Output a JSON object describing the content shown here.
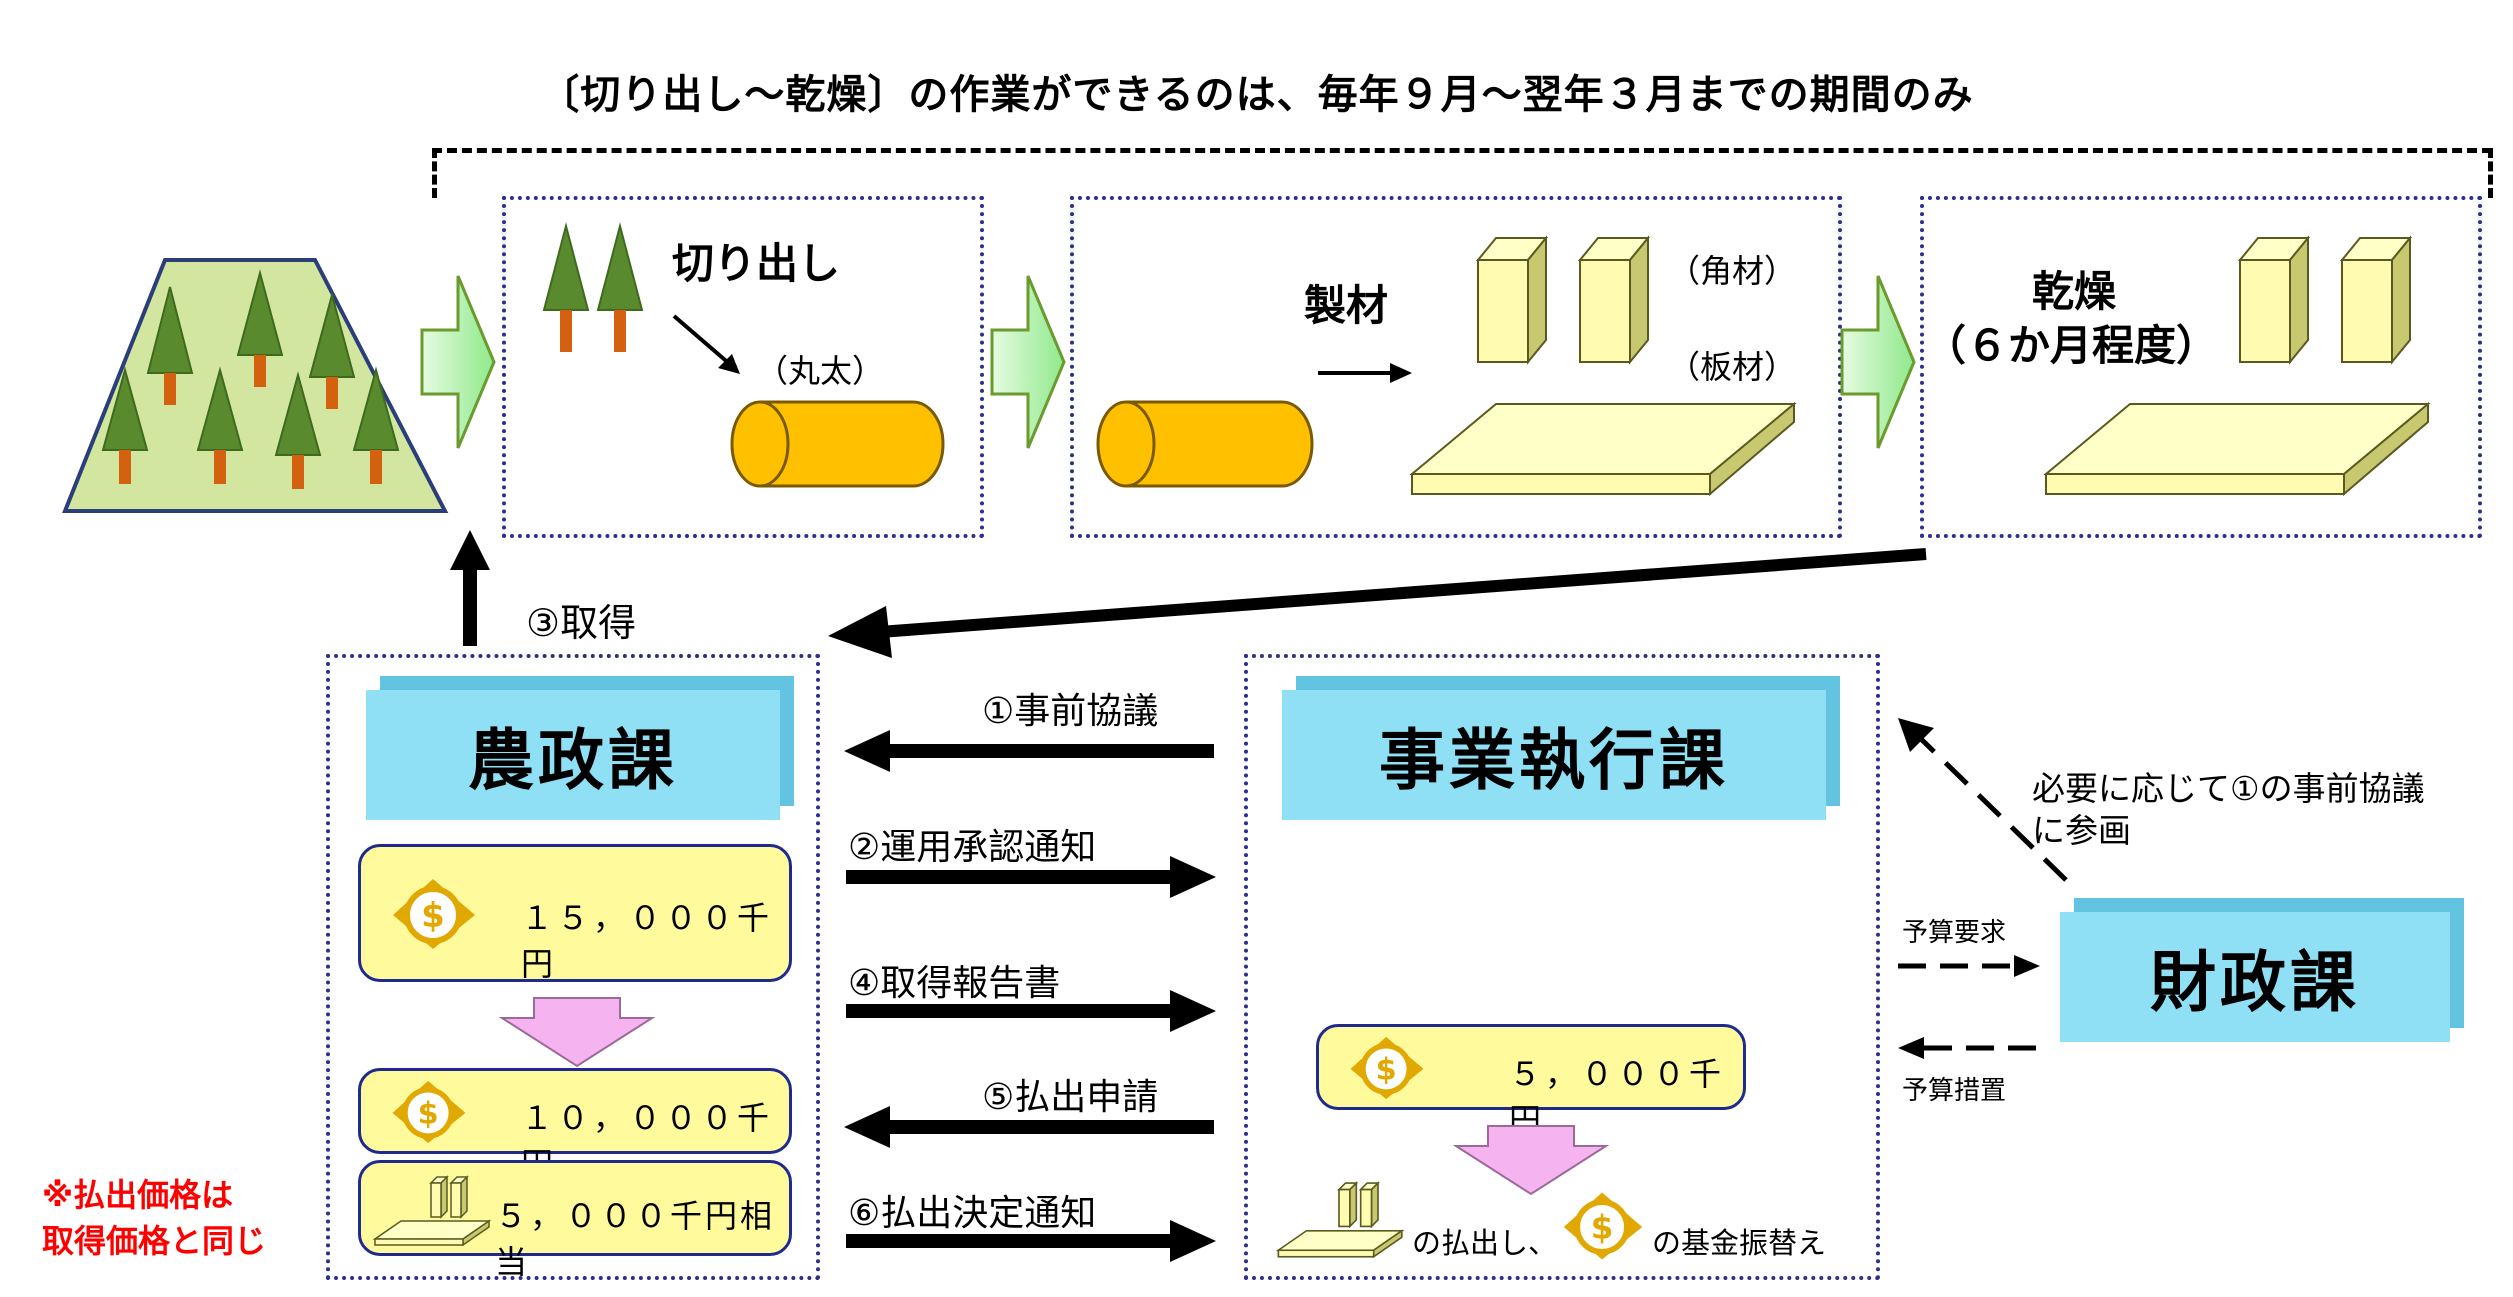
{
  "header": "〔切り出し～乾燥〕の作業ができるのは、毎年９月～翌年３月までの期間のみ",
  "stages": {
    "cut": {
      "label": "切り出し",
      "log_label": "（丸太）"
    },
    "saw": {
      "label": "製材",
      "square_label": "（角材）",
      "board_label": "（板材）"
    },
    "dry": {
      "label_line1": "乾燥",
      "label_line2": "（６か月程度）"
    }
  },
  "departments": {
    "agri": "農政課",
    "exec": "事業執行課",
    "finance": "財政課"
  },
  "steps": {
    "acquire": "③取得",
    "pre_consult": "①事前協議",
    "approval": "②運用承認通知",
    "report": "④取得報告書",
    "request": "⑤払出申請",
    "decision": "⑥払出決定通知"
  },
  "finance_flow": {
    "note_line1": "必要に応じて①の事前協議",
    "note_line2": "に参画",
    "budget_request": "予算要求",
    "budget_measure": "予算措置"
  },
  "amounts": {
    "agri_initial": "１５，０００千円",
    "agri_after": "１０，０００千円",
    "agri_goods": "５，０００千円相当",
    "exec_amount": "５，０００千円"
  },
  "exec_bottom": {
    "part1": "の払出し、",
    "part2": "の基金振替え"
  },
  "price_note": {
    "line1": "※払出価格は",
    "line2": "取得価格と同じ"
  },
  "icons": {
    "money": "dollar-coin-icon",
    "forest": "forest-mountain-icon",
    "wood": "lumber-icon"
  },
  "colors": {
    "dept_fill": "#8fe0f5",
    "money_fill": "#fffb9c",
    "wood_fill": "#fffbb0",
    "log_fill": "#ffc000",
    "arrow_green": "#b7f5b0",
    "down_arrow": "#f5b3f0",
    "note_red": "#ff0000"
  }
}
